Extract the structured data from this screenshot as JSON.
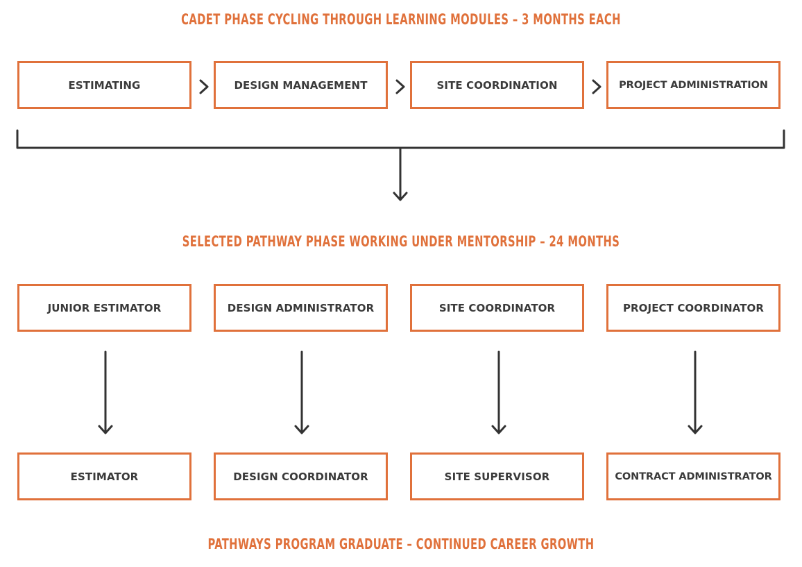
{
  "phases": {
    "cadet_heading": "CADET PHASE CYCLING THROUGH LEARNING MODULES – 3 MONTHS EACH",
    "pathway_heading": "SELECTED PATHWAY PHASE WORKING UNDER MENTORSHIP – 24 MONTHS",
    "graduate_heading": "PATHWAYS PROGRAM GRADUATE – CONTINUED CAREER GROWTH"
  },
  "modules": [
    "ESTIMATING",
    "DESIGN MANAGEMENT",
    "SITE COORDINATION",
    "PROJECT ADMINISTRATION"
  ],
  "pathway_roles": [
    "JUNIOR ESTIMATOR",
    "DESIGN ADMINISTRATOR",
    "SITE COORDINATOR",
    "PROJECT COORDINATOR"
  ],
  "graduate_roles": [
    "ESTIMATOR",
    "DESIGN COORDINATOR",
    "SITE SUPERVISOR",
    "CONTRACT ADMINISTRATOR"
  ],
  "colors": {
    "accent": "#e0713b",
    "text": "#3a3a3a",
    "connector": "#333333"
  }
}
